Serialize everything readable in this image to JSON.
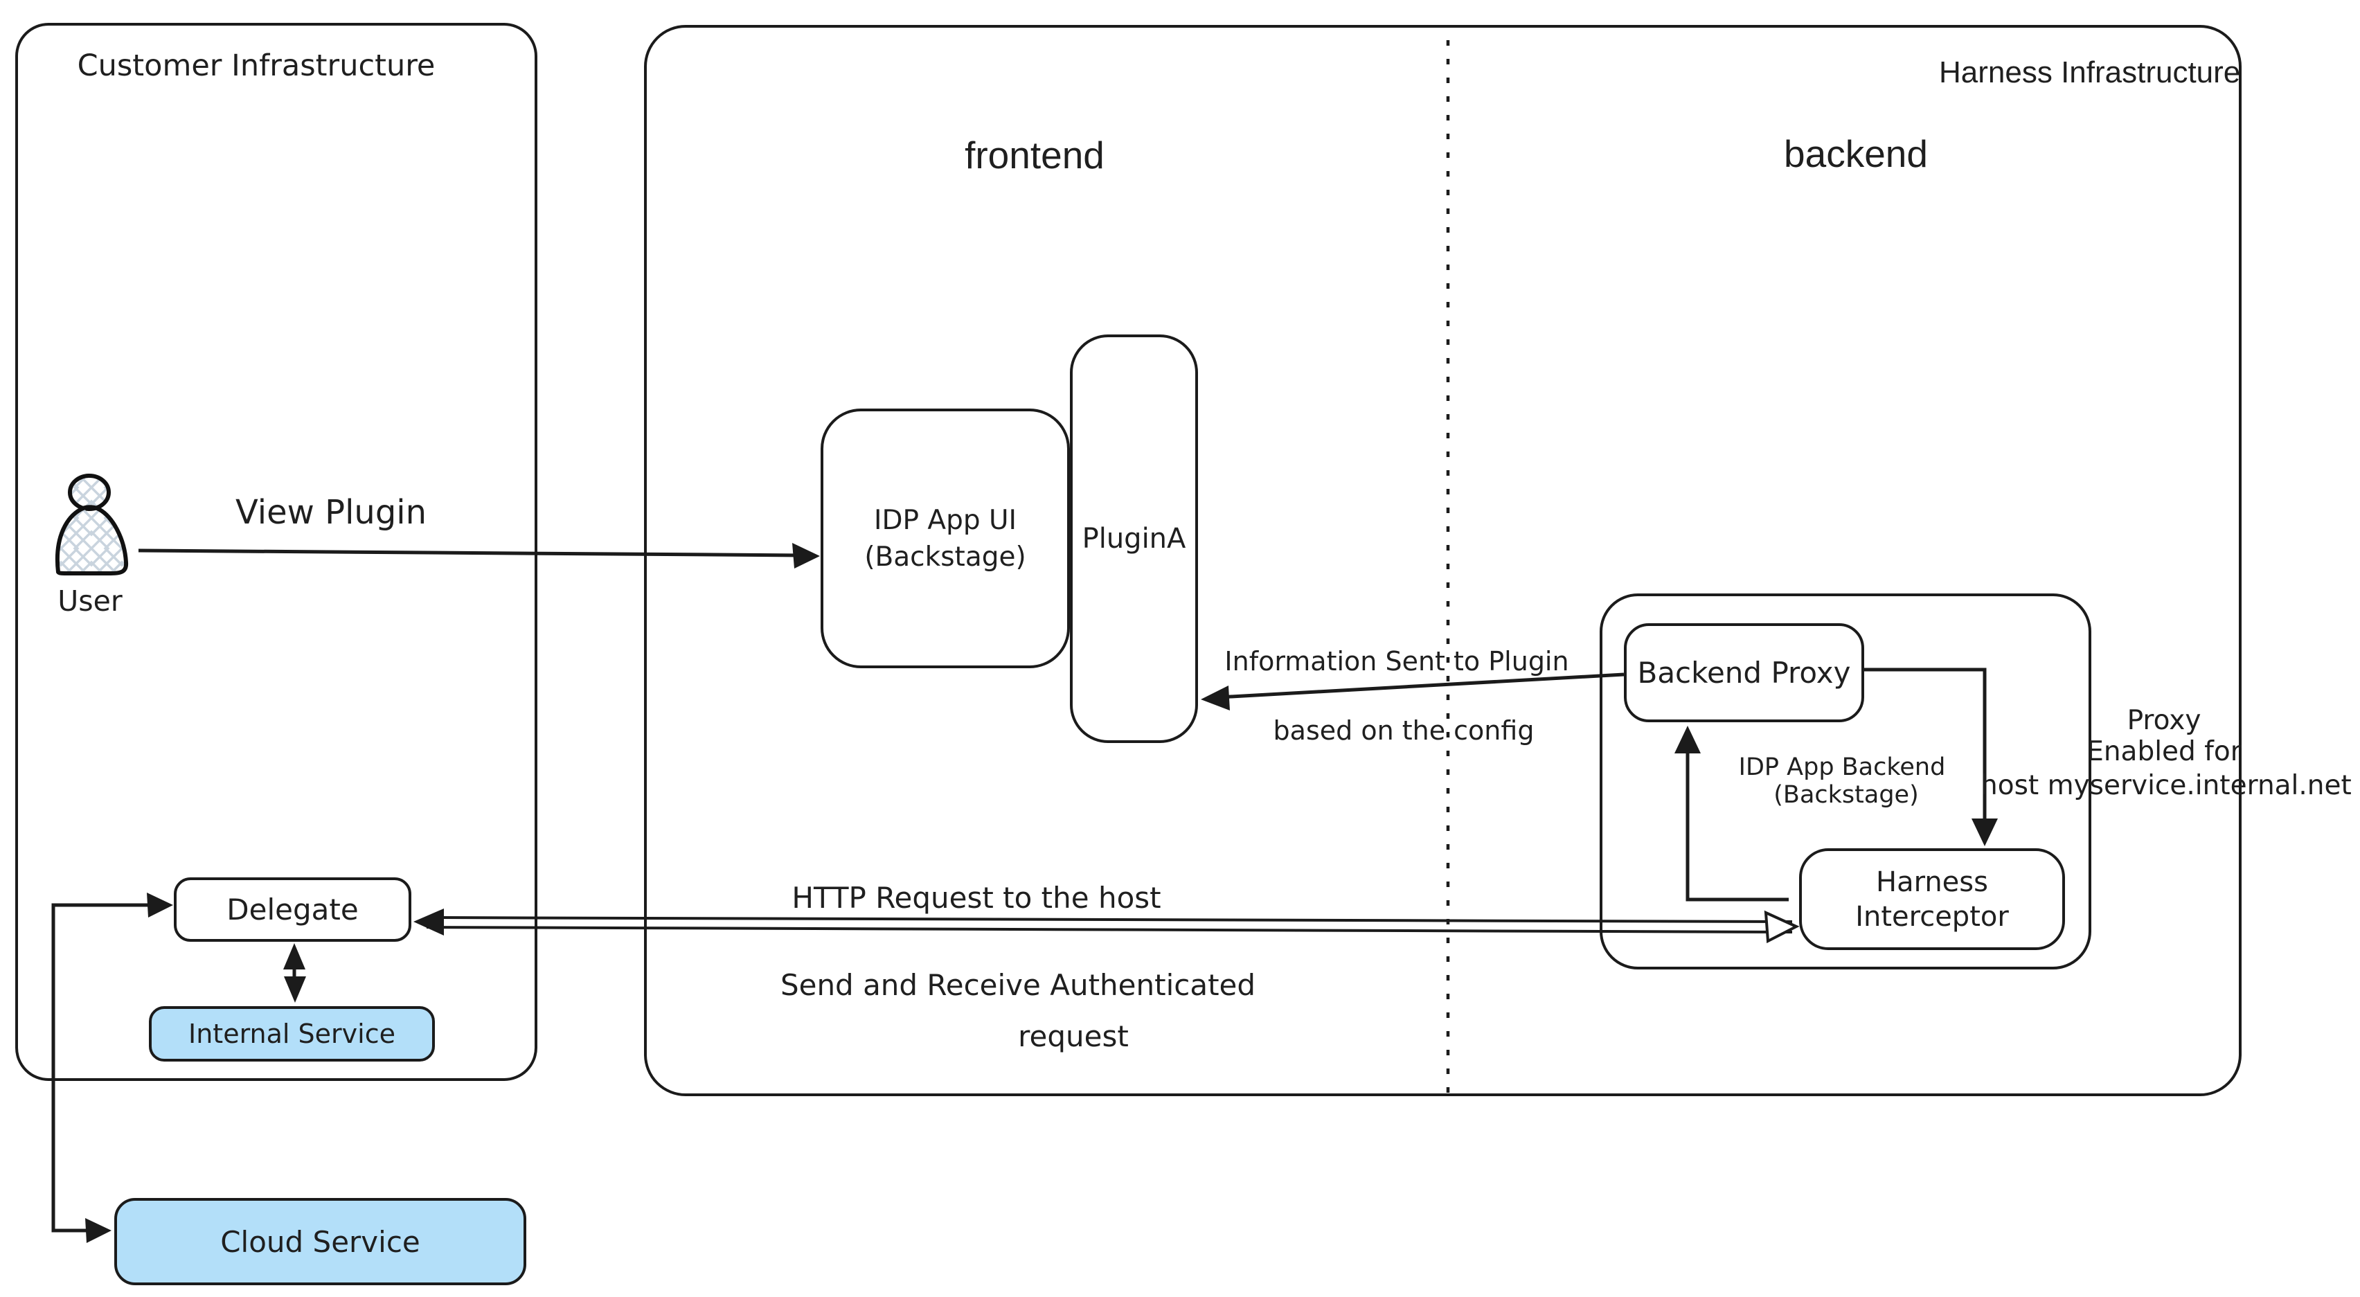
{
  "diagram": {
    "customer": {
      "title": "Customer Infrastructure",
      "user_label": "User",
      "delegate_label": "Delegate",
      "internal_service_label": "Internal Service",
      "cloud_service_label": "Cloud Service"
    },
    "harness": {
      "title": "Harness Infrastructure",
      "frontend_label": "frontend",
      "backend_label": "backend",
      "idp_ui_line1": "IDP App UI",
      "idp_ui_line2": "(Backstage)",
      "plugin_label": "PluginA",
      "backend_proxy_label": "Backend Proxy",
      "idp_backend_line1": "IDP App Backend",
      "idp_backend_line2": "(Backstage)",
      "interceptor_line1": "Harness",
      "interceptor_line2": "Interceptor"
    },
    "annotations": {
      "view_plugin": "View Plugin",
      "info_sent_line1": "Information Sent to Plugin",
      "info_sent_line2": "based on the config",
      "proxy_line1": "Proxy",
      "proxy_line2": "Enabled for",
      "proxy_line3": "host myservice.internal.net",
      "http_request": "HTTP Request to the host",
      "send_receive_line1": "Send and Receive Authenticated",
      "send_receive_line2": "request"
    },
    "colors": {
      "service_fill": "#b3dff9",
      "stroke": "#1b1b1b",
      "hatch": "#c9d4de"
    }
  }
}
